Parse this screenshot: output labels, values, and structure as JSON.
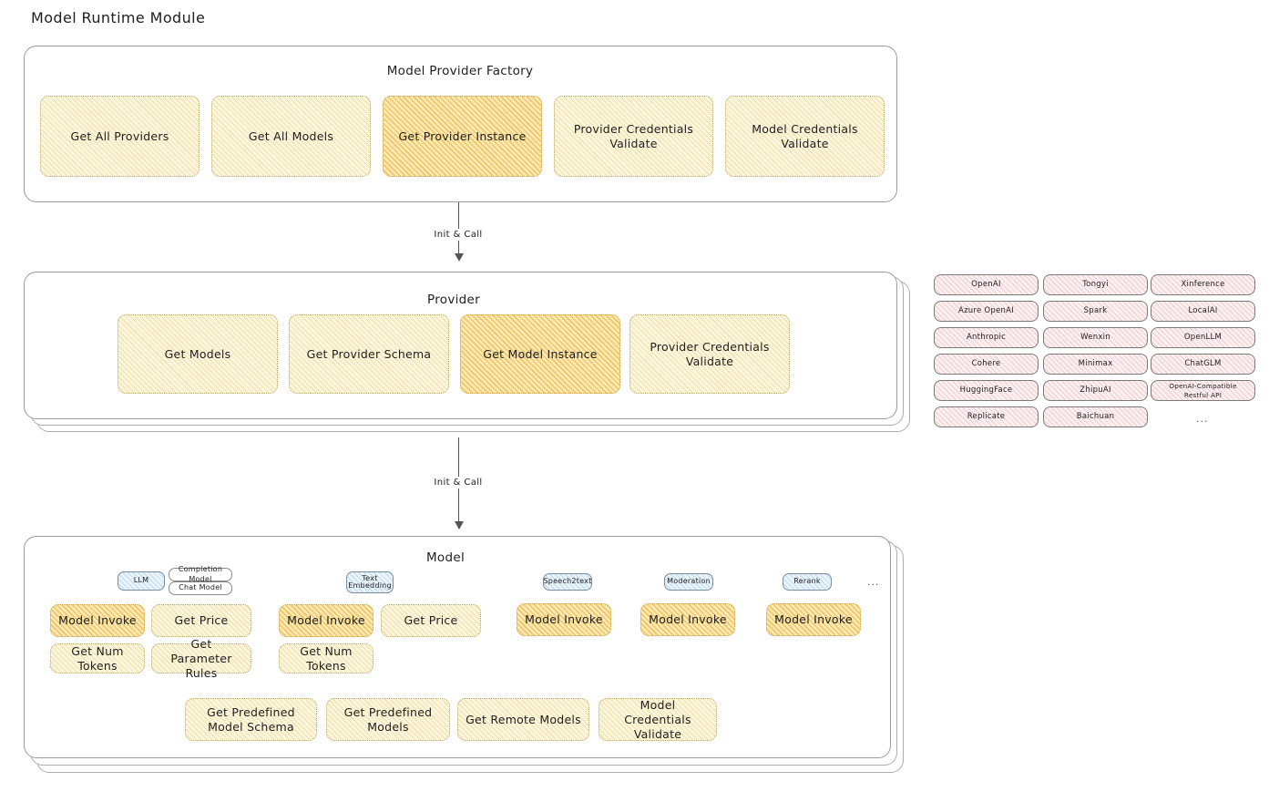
{
  "page": {
    "title": "Model Runtime Module"
  },
  "sections": {
    "factory": {
      "title": "Model Provider Factory",
      "nodes": [
        {
          "label": "Get All Providers",
          "highlight": false
        },
        {
          "label": "Get All Models",
          "highlight": false
        },
        {
          "label": "Get Provider Instance",
          "highlight": true
        },
        {
          "label": "Provider Credentials Validate",
          "highlight": false
        },
        {
          "label": "Model Credentials Validate",
          "highlight": false
        }
      ]
    },
    "provider": {
      "title": "Provider",
      "nodes": [
        {
          "label": "Get Models",
          "highlight": false
        },
        {
          "label": "Get Provider Schema",
          "highlight": false
        },
        {
          "label": "Get Model Instance",
          "highlight": true
        },
        {
          "label": "Provider Credentials Validate",
          "highlight": false
        }
      ]
    },
    "model": {
      "title": "Model",
      "model_types": [
        {
          "badge": "LLM",
          "sub_badges": [
            "Completion Model",
            "Chat Model"
          ],
          "methods": [
            "Model Invoke",
            "Get Price",
            "Get Num Tokens",
            "Get Parameter Rules"
          ]
        },
        {
          "badge": "Text Embedding",
          "sub_badges": [],
          "methods": [
            "Model Invoke",
            "Get Price",
            "Get Num Tokens"
          ]
        },
        {
          "badge": "Speech2text",
          "sub_badges": [],
          "methods": [
            "Model Invoke"
          ]
        },
        {
          "badge": "Moderation",
          "sub_badges": [],
          "methods": [
            "Model Invoke"
          ]
        },
        {
          "badge": "Rerank",
          "sub_badges": [],
          "methods": [
            "Model Invoke"
          ]
        }
      ],
      "more_types": "...",
      "common_methods": [
        "Get Predefined Model Schema",
        "Get Predefined Models",
        "Get Remote Models",
        "Model Credentials Validate"
      ]
    }
  },
  "arrows": [
    {
      "label": "Init & Call"
    },
    {
      "label": "Init & Call"
    }
  ],
  "provider_list": {
    "columns": [
      [
        "OpenAI",
        "Azure OpenAI",
        "Anthropic",
        "Cohere",
        "HuggingFace",
        "Replicate"
      ],
      [
        "Tongyi",
        "Spark",
        "Wenxin",
        "Minimax",
        "ZhipuAI",
        "Baichuan"
      ],
      [
        "Xinference",
        "LocalAI",
        "OpenLLM",
        "ChatGLM",
        "OpenAI-Compatible Restful API"
      ]
    ],
    "more": "..."
  },
  "colors": {
    "highlight_fill": "#fbeab6",
    "node_fill": "#fdf6de",
    "provider_chip_fill": "#fdf0f0",
    "badge_fill": "#eaf4fb",
    "stroke": "#9b9b9b"
  }
}
